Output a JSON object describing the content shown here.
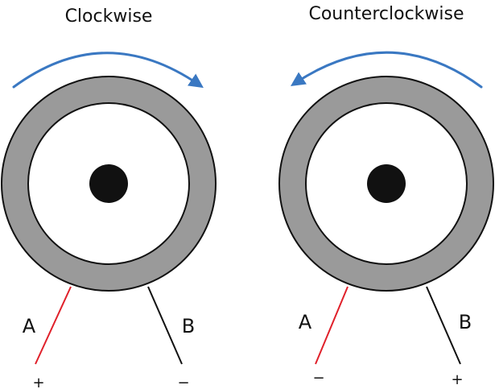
{
  "motors": [
    {
      "id": "clockwise",
      "title": "Clockwise",
      "wire_a": {
        "label": "A",
        "sign": "+",
        "color": "#e0202a"
      },
      "wire_b": {
        "label": "B",
        "sign": "−",
        "color": "#111111"
      },
      "rotation_icon": "clockwise-arrow-icon"
    },
    {
      "id": "counterclockwise",
      "title": "Counterclockwise",
      "wire_a": {
        "label": "A",
        "sign": "−",
        "color": "#e0202a"
      },
      "wire_b": {
        "label": "B",
        "sign": "+",
        "color": "#111111"
      },
      "rotation_icon": "counterclockwise-arrow-icon"
    }
  ],
  "colors": {
    "arrow": "#3a78c2",
    "ring": "#9a9a9a",
    "ring_outline": "#111111",
    "face": "#ffffff",
    "shaft": "#111111",
    "background": "#ffffff"
  }
}
